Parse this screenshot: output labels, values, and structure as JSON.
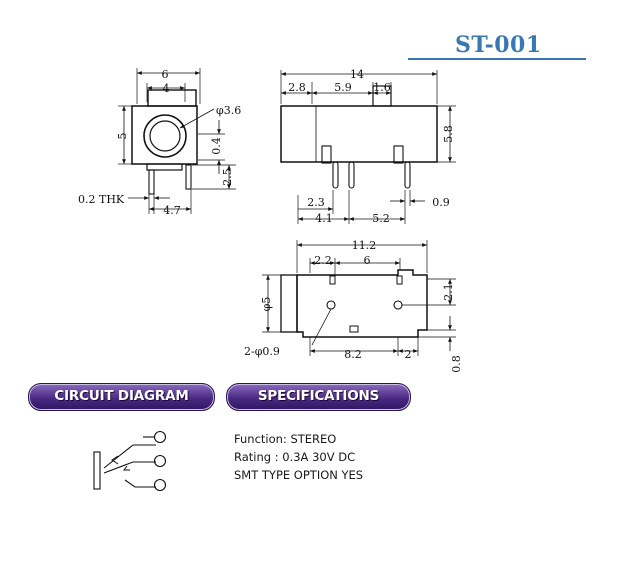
{
  "title": "ST-001",
  "headings": {
    "circuit": "CIRCUIT DIAGRAM",
    "specs": "SPECIFICATIONS"
  },
  "specs": [
    "Function: STEREO",
    "Rating : 0.3A 30V DC",
    "SMT TYPE OPTION YES"
  ],
  "front_view": {
    "width": "6",
    "inner": "4",
    "hole": "φ3.6",
    "height": "5",
    "offset": "0.4",
    "pin_len": "2.5",
    "thickness": "0.2 THK",
    "pin_pitch": "4.7"
  },
  "side_view": {
    "length": "14",
    "d1": "2.8",
    "d2": "5.9",
    "d3": "1.6",
    "height": "5.8",
    "p1": "2.3",
    "p2": "4.1",
    "p3": "5.2",
    "p4": "0.9"
  },
  "bottom_view": {
    "length": "11.2",
    "b1": "2.2",
    "b2": "6",
    "dia": "φ5",
    "b3": "2.1",
    "holes": "2-φ0.9",
    "b4": "8.2",
    "b5": "2",
    "b6": "0.8"
  }
}
